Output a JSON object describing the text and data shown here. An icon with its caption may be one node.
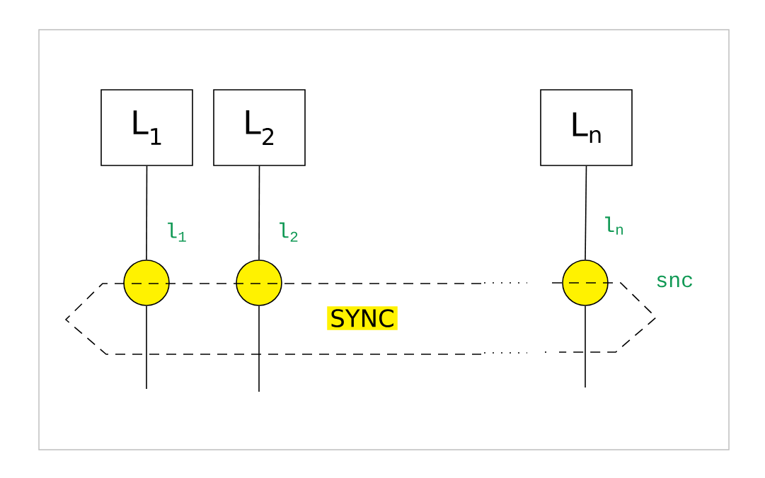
{
  "diagram": {
    "nodes": [
      {
        "text": [
          "L$_{1}$"
        ]
      },
      {
        "text": [
          "L$_{2}$"
        ]
      },
      {
        "text": [
          "L$_{n}$"
        ]
      },
      {
        "text": [
          "SYNC"
        ],
        "beside": [
          "snc"
        ]
      },
      {
        "text": [],
        "shape": "circle",
        "beside": [
          "l$_{1}$"
        ]
      },
      {
        "text": [],
        "shape": "circle",
        "beside": [
          "l$_{2}$"
        ]
      },
      {
        "text": [],
        "shape": "circle",
        "beside": [
          "l$_{n}$"
        ]
      }
    ],
    "edges": [
      {
        "from": 0,
        "to": 4,
        "arrow": "none"
      },
      {
        "from": 1,
        "to": 5,
        "arrow": "none"
      },
      {
        "from": 2,
        "to": 6,
        "arrow": "none"
      },
      {
        "from": 4,
        "to": null,
        "arrow": "none"
      },
      {
        "from": 5,
        "to": null,
        "arrow": "none"
      },
      {
        "from": 6,
        "to": null,
        "arrow": "none"
      }
    ]
  }
}
